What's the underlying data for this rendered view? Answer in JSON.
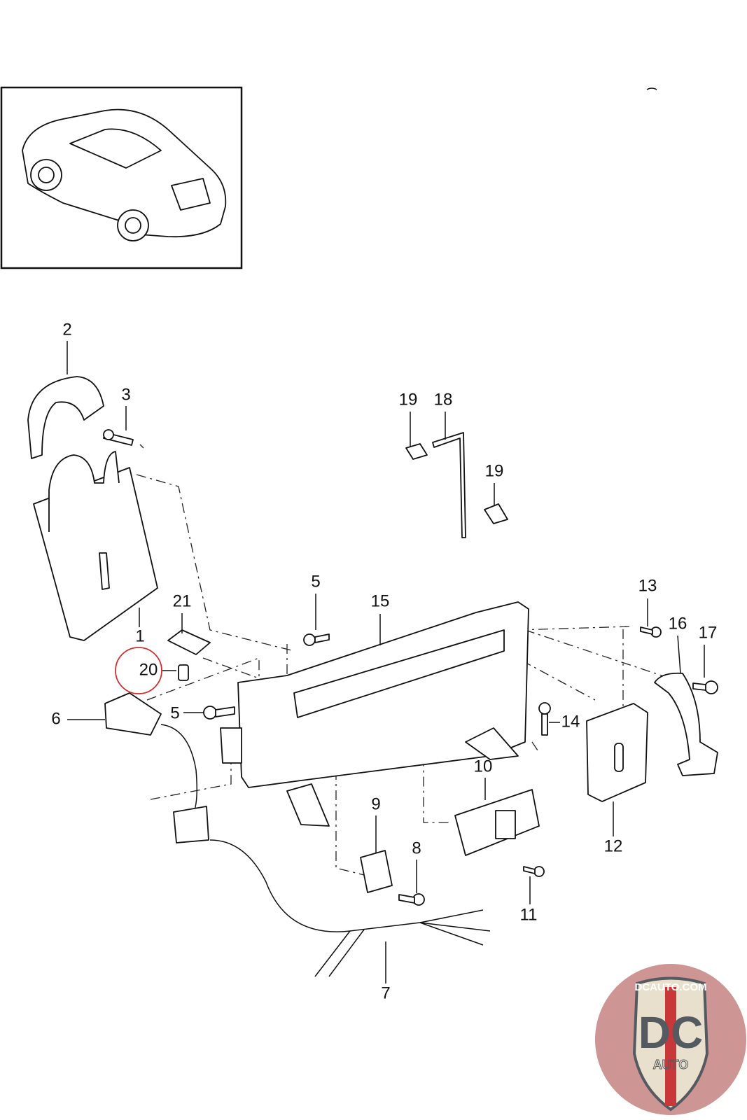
{
  "diagram": {
    "callouts": [
      {
        "id": "c2",
        "label": "2"
      },
      {
        "id": "c3",
        "label": "3"
      },
      {
        "id": "c19a",
        "label": "19"
      },
      {
        "id": "c18",
        "label": "18"
      },
      {
        "id": "c19b",
        "label": "19"
      },
      {
        "id": "c5a",
        "label": "5"
      },
      {
        "id": "c15",
        "label": "15"
      },
      {
        "id": "c13",
        "label": "13"
      },
      {
        "id": "c16",
        "label": "16"
      },
      {
        "id": "c17",
        "label": "17"
      },
      {
        "id": "c21",
        "label": "21"
      },
      {
        "id": "c1",
        "label": "1"
      },
      {
        "id": "c20",
        "label": "20"
      },
      {
        "id": "c6",
        "label": "6"
      },
      {
        "id": "c5b",
        "label": "5"
      },
      {
        "id": "c14",
        "label": "14"
      },
      {
        "id": "c10",
        "label": "10"
      },
      {
        "id": "c9",
        "label": "9"
      },
      {
        "id": "c8",
        "label": "8"
      },
      {
        "id": "c12",
        "label": "12"
      },
      {
        "id": "c11",
        "label": "11"
      },
      {
        "id": "c7",
        "label": "7"
      }
    ],
    "highlight_color": "#d03030",
    "highlighted_callout": "20"
  },
  "watermark": {
    "top_text": "DCAUTO.COM",
    "main_text": "DC",
    "sub_text": "AUTO",
    "colors": {
      "circle": "#c98a8a",
      "shield": "#e8e0cc",
      "letters": "#555a60",
      "stripe": "#c8383a"
    }
  }
}
